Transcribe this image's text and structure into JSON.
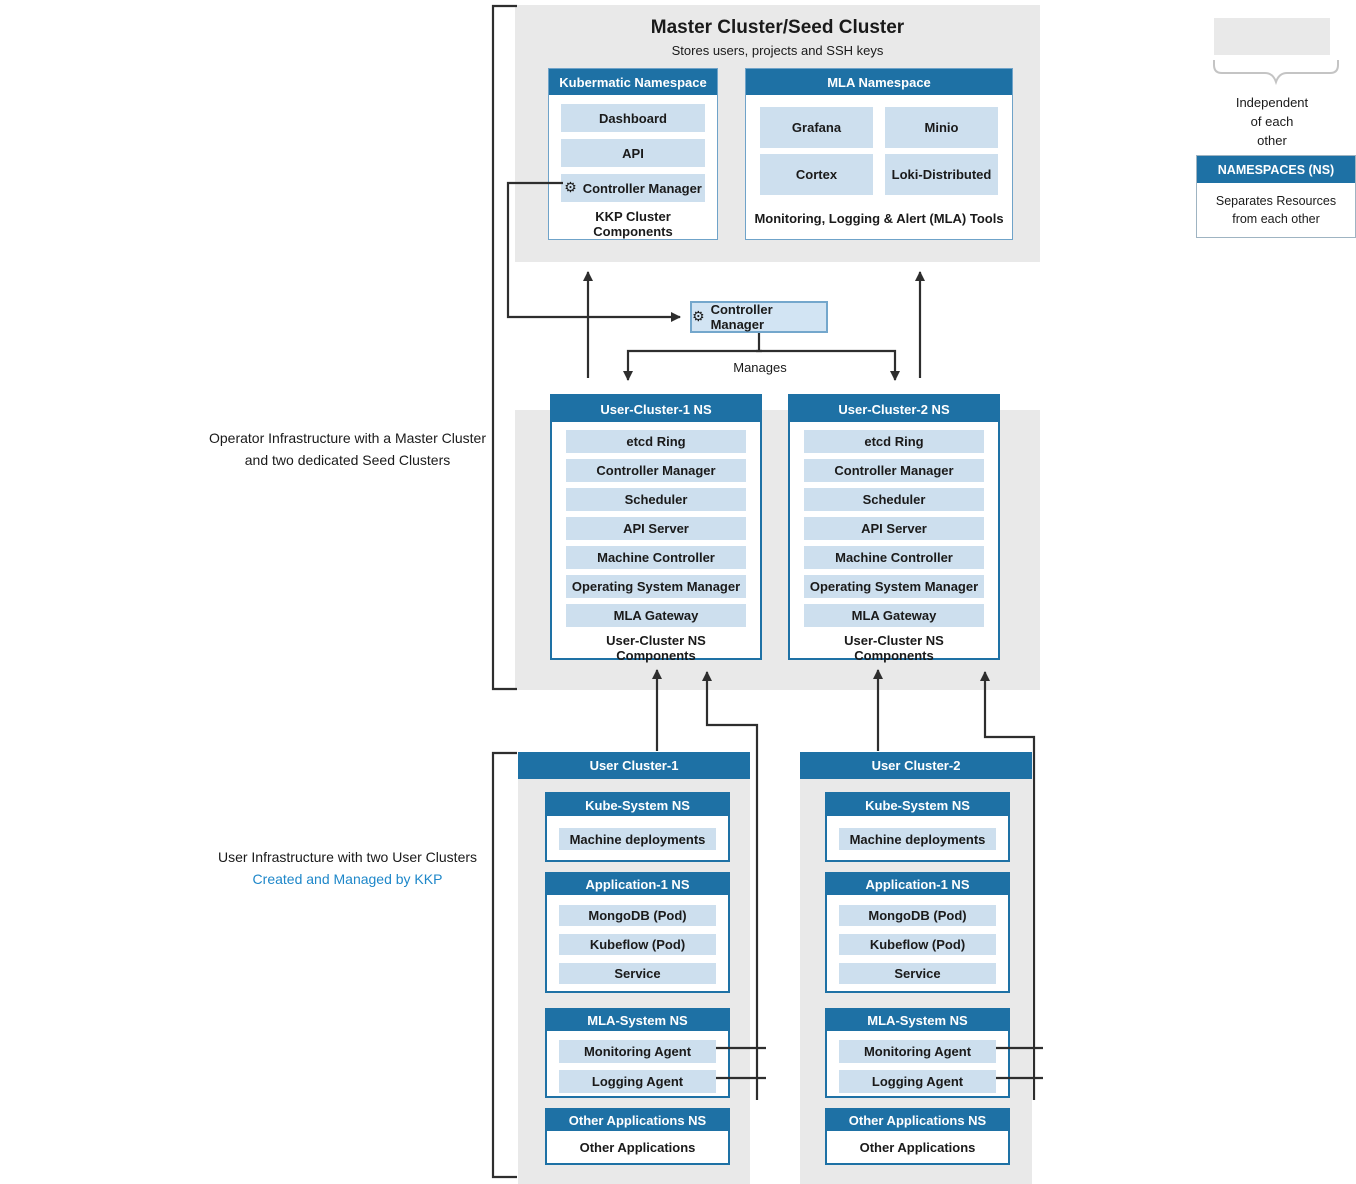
{
  "colors": {
    "accent_blue": "#1e71a5",
    "item_light_blue": "#cddfee",
    "panel_gray": "#e9e9e9",
    "line_black": "#2e2e2e",
    "kkp_link_blue": "#1e87c9",
    "cm_box_fill": "#d2e4f3",
    "cm_box_border": "#74a7cc",
    "brace_gray": "#c4c4c4"
  },
  "icons": {
    "gear": "⚙"
  },
  "master": {
    "title": "Master Cluster/Seed Cluster",
    "subtitle": "Stores users, projects and SSH keys",
    "kubermatic": {
      "header": "Kubermatic Namespace",
      "items": [
        "Dashboard",
        "API",
        "Controller Manager"
      ],
      "footer": "KKP Cluster Components"
    },
    "mla": {
      "header": "MLA Namespace",
      "items": [
        "Grafana",
        "Minio",
        "Cortex",
        "Loki-Distributed"
      ],
      "footer": "Monitoring, Logging & Alert (MLA) Tools"
    }
  },
  "controller_manager": {
    "label": "Controller Manager"
  },
  "manages_label": "Manages",
  "seed": {
    "columns": [
      {
        "header": "User-Cluster-1 NS",
        "items": [
          "etcd Ring",
          "Controller Manager",
          "Scheduler",
          "API Server",
          "Machine Controller",
          "Operating System Manager",
          "MLA Gateway"
        ],
        "footer": "User-Cluster NS Components"
      },
      {
        "header": "User-Cluster-2 NS",
        "items": [
          "etcd Ring",
          "Controller Manager",
          "Scheduler",
          "API Server",
          "Machine Controller",
          "Operating System Manager",
          "MLA Gateway"
        ],
        "footer": "User-Cluster NS Components"
      }
    ]
  },
  "side_labels": {
    "operator_line1": "Operator Infrastructure with a Master Cluster",
    "operator_line2": "and two dedicated Seed Clusters",
    "user_line1": "User Infrastructure with two User Clusters",
    "user_line2": "Created and Managed by KKP"
  },
  "legend": {
    "independent": [
      "Independent",
      "of each",
      "other"
    ],
    "namespaces_header": "NAMESPACES (NS)",
    "namespaces_body": [
      "Separates Resources",
      "from each other"
    ]
  },
  "user_clusters": [
    {
      "header": "User Cluster-1",
      "sections": [
        {
          "header": "Kube-System NS",
          "items": [
            "Machine deployments"
          ]
        },
        {
          "header": "Application-1 NS",
          "items": [
            "MongoDB (Pod)",
            "Kubeflow (Pod)",
            "Service"
          ]
        },
        {
          "header": "MLA-System NS",
          "items": [
            "Monitoring Agent",
            "Logging Agent"
          ]
        },
        {
          "header": "Other Applications NS",
          "plain_items": [
            "Other Applications"
          ]
        }
      ]
    },
    {
      "header": "User Cluster-2",
      "sections": [
        {
          "header": "Kube-System NS",
          "items": [
            "Machine deployments"
          ]
        },
        {
          "header": "Application-1 NS",
          "items": [
            "MongoDB (Pod)",
            "Kubeflow (Pod)",
            "Service"
          ]
        },
        {
          "header": "MLA-System NS",
          "items": [
            "Monitoring Agent",
            "Logging Agent"
          ]
        },
        {
          "header": "Other Applications NS",
          "plain_items": [
            "Other Applications"
          ]
        }
      ]
    }
  ]
}
